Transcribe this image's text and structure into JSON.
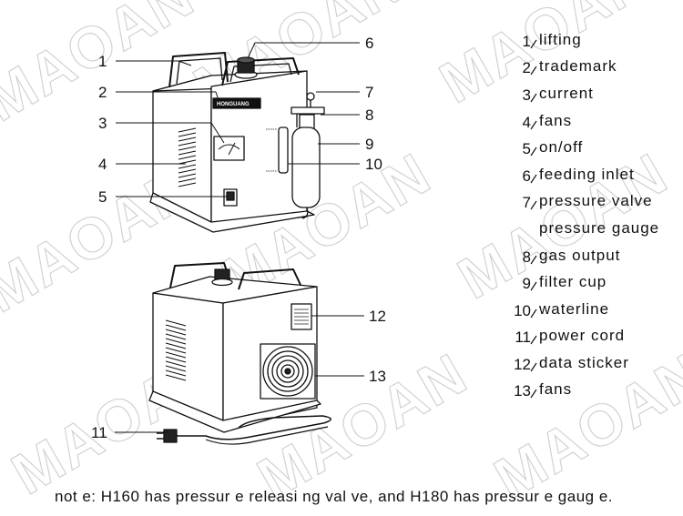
{
  "watermark": "MAOAN",
  "device_brand": "HONGUANG",
  "front_callouts": [
    {
      "num": "1"
    },
    {
      "num": "2"
    },
    {
      "num": "3"
    },
    {
      "num": "4"
    },
    {
      "num": "5"
    },
    {
      "num": "6"
    },
    {
      "num": "7"
    },
    {
      "num": "8"
    },
    {
      "num": "9"
    },
    {
      "num": "10"
    }
  ],
  "back_callouts": [
    {
      "num": "12"
    },
    {
      "num": "13"
    },
    {
      "num": "11"
    }
  ],
  "legend": [
    {
      "num": "1",
      "text": "lifting"
    },
    {
      "num": "2",
      "text": "trademark"
    },
    {
      "num": "3",
      "text": "current"
    },
    {
      "num": "4",
      "text": "fans"
    },
    {
      "num": "5",
      "text": "on/off"
    },
    {
      "num": "6",
      "text": "feeding inlet"
    },
    {
      "num": "7",
      "text": "pressure valve"
    },
    {
      "num": "",
      "text": "pressure gauge"
    },
    {
      "num": "8",
      "text": "gas output"
    },
    {
      "num": "9",
      "text": "filter cup"
    },
    {
      "num": "10",
      "text": "waterline"
    },
    {
      "num": "11",
      "text": "power cord"
    },
    {
      "num": "12",
      "text": "data sticker"
    },
    {
      "num": "13",
      "text": "fans"
    }
  ],
  "note": "not e: H160 has pressur e releasi ng val ve, and H180 has pressur e gaug e."
}
